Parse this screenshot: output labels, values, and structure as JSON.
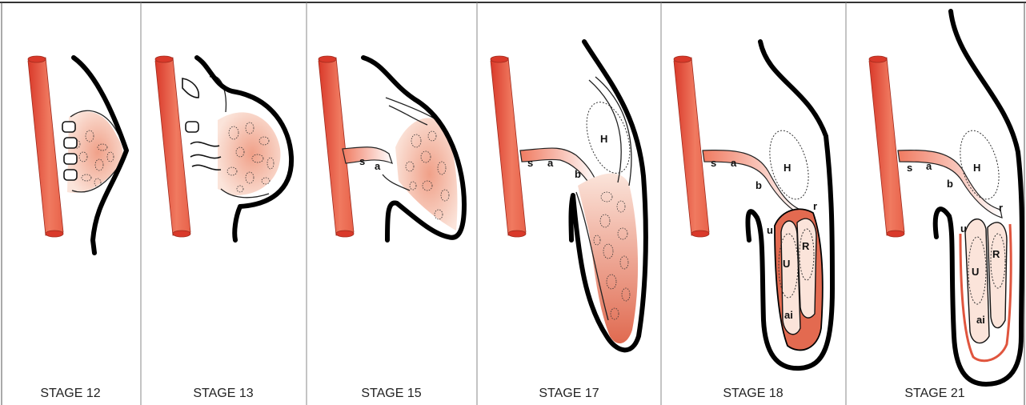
{
  "colors": {
    "vessel": "#e8624a",
    "vessel_dark": "#d9392a",
    "mesenchyme": "#f2a98e",
    "outline": "#000000"
  },
  "panels": [
    {
      "label": "STAGE 12"
    },
    {
      "label": "STAGE 13"
    },
    {
      "label": "STAGE 15"
    },
    {
      "label": "STAGE 17",
      "letters": [
        "s",
        "a",
        "b",
        "H"
      ]
    },
    {
      "label": "STAGE 18",
      "letters": [
        "s",
        "a",
        "b",
        "H",
        "r",
        "u",
        "U",
        "R",
        "ai"
      ]
    },
    {
      "label": "STAGE 21",
      "letters": [
        "s",
        "a",
        "b",
        "H",
        "r",
        "u",
        "U",
        "R",
        "ai"
      ]
    }
  ]
}
